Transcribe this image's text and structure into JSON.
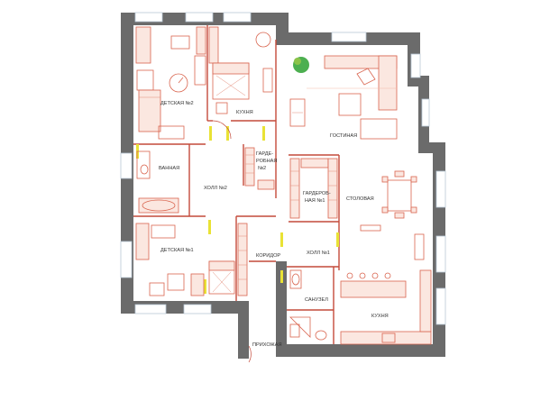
{
  "colors": {
    "wall": "#6b6b6b",
    "furniture": "#d9654f",
    "window": "#b9c8d6",
    "door_marker": "#e9e235",
    "plant": "#4caf50"
  },
  "rooms": {
    "children_2": "ДЕТСКАЯ №2",
    "bedroom": "КУХНЯ",
    "living": "ГОСТИНАЯ",
    "bathroom": "ВАННАЯ",
    "wardrobe_2_line1": "ГАРДЕ-",
    "wardrobe_2_line2": "РОБНАЯ",
    "wardrobe_2_line3": "№2",
    "hall_2": "ХОЛЛ №2",
    "wardrobe_1_line1": "ГАРДЕРОБ-",
    "wardrobe_1_line2": "НАЯ №1",
    "dining": "СТОЛОВАЯ",
    "children_1": "ДЕТСКАЯ №1",
    "corridor": "КОРИДОР",
    "hall_1": "ХОЛЛ №1",
    "wc": "САНУЗЕЛ",
    "kitchen": "КУХНЯ",
    "entrance": "ПРИХОЖАЯ"
  }
}
